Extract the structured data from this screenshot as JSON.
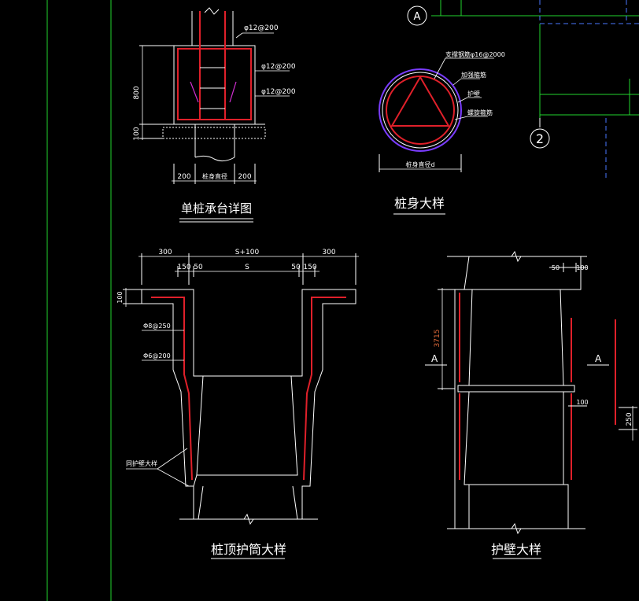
{
  "pile_cap": {
    "title": "单桩承台详图",
    "rebar_labels": [
      "φ12@200",
      "φ12@200",
      "φ12@200"
    ],
    "dim_height": "800",
    "dim_base": "100",
    "dim_left": "200",
    "dim_center": "桩身直径",
    "dim_right": "200"
  },
  "pile_body": {
    "title": "桩身大样",
    "labels": [
      "支撑钢筋φ16@2000",
      "加强箍筋",
      "护壁",
      "螺旋箍筋"
    ],
    "diameter_label": "桩身直径d"
  },
  "axis": {
    "a": "A",
    "two": "2"
  },
  "pile_top": {
    "title": "桩顶护筒大样",
    "dims": [
      "300",
      "S+100",
      "300"
    ],
    "subdims": [
      "150",
      "50",
      "S",
      "50",
      "150"
    ],
    "dim_side": "100",
    "rebar_labels": [
      "Φ8@250",
      "Φ6@200"
    ],
    "wall_label": "同护壁大样"
  },
  "wall": {
    "title": "护壁大样",
    "dims_top": [
      "50",
      "100"
    ],
    "height": "3715",
    "section_left": "A",
    "section_right": "A",
    "dim_mid": "100",
    "dim_right": "250"
  }
}
